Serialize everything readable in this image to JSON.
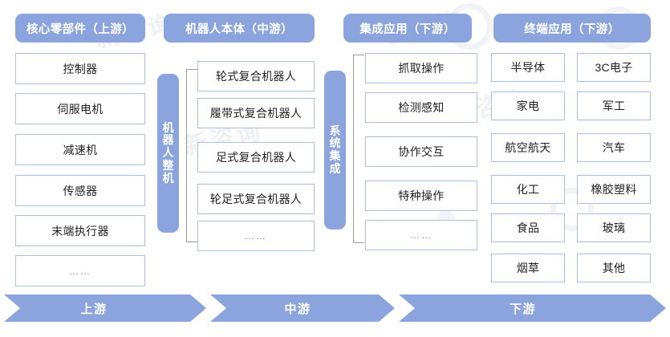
{
  "columns": [
    {
      "id": "upstream-core-components",
      "header": "核心零部件（上游）",
      "items": [
        "控制器",
        "伺服电机",
        "减速机",
        "传感器",
        "末端执行器",
        "……"
      ]
    },
    {
      "id": "midstream-robot-body",
      "header": "机器人本体（中游）",
      "vertical_label": "机器人整机",
      "items": [
        "轮式复合机器人",
        "履带式复合机器人",
        "足式复合机器人",
        "轮足式复合机器人",
        "……"
      ]
    },
    {
      "id": "downstream-integrated-application",
      "header": "集成应用（下游）",
      "vertical_label": "系统集成",
      "items": [
        "抓取操作",
        "检测感知",
        "协作交互",
        "特种操作",
        "……"
      ]
    },
    {
      "id": "downstream-terminal-application",
      "header": "终端应用（下游）",
      "items_left": [
        "半导体",
        "家电",
        "航空航天",
        "化工",
        "食品",
        "烟草"
      ],
      "items_right": [
        "3C电子",
        "军工",
        "汽车",
        "橡胶塑料",
        "玻璃",
        "其他"
      ]
    }
  ],
  "flow_bar": {
    "stages": [
      "上游",
      "中游",
      "下游"
    ]
  },
  "watermark": {
    "text": "新咨询",
    "brand": "新咨询"
  },
  "colors": {
    "accent": "#8ba4dd",
    "box_border": "#a9c0e0",
    "box_fill": "#ffffff",
    "text": "#1f1f1f",
    "header_text": "#ffffff",
    "bracket": "#9a9a9a"
  }
}
